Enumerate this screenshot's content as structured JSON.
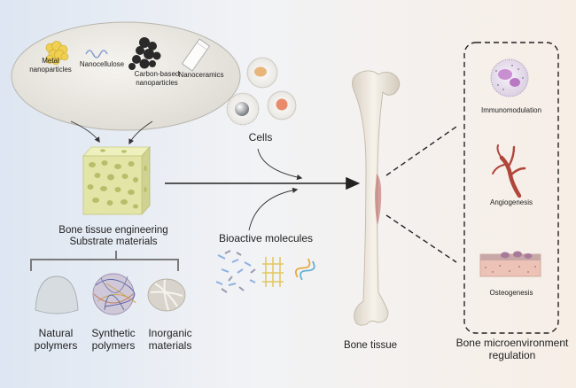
{
  "nanomaterials": {
    "metal": "Metal\nnanoparticles",
    "cellulose": "Nanocellulose",
    "carbon": "Carbon-based\nnanoparticles",
    "ceramics": "Nanoceramics"
  },
  "cells_label": "Cells",
  "substrate_label": "Bone tissue engineering\nSubstrate materials",
  "polymers": {
    "natural": "Natural\npolymers",
    "synthetic": "Synthetic\npolymers",
    "inorganic": "Inorganic\nmaterials"
  },
  "bioactive_label": "Bioactive molecules",
  "bone_label": "Bone tissue",
  "regulation": {
    "immuno": "Immunomodulation",
    "angio": "Angiogenesis",
    "osteo": "Osteogenesis",
    "title": "Bone microenvironment\nregulation"
  },
  "colors": {
    "scaffold": "#e2e5a6",
    "scaffold_pores": "#b8bd6a",
    "bone": "#ece6dc",
    "vessel": "#b0463a",
    "osteo_tissue": "#ecc3b6",
    "metal_np": "#f0d050",
    "carbon_np": "#2a2a2a",
    "cellulose_np": "#8a9fd0"
  },
  "icons": [
    "metal-nanoparticle-icon",
    "nanocellulose-icon",
    "carbon-nanoparticle-icon",
    "nanoceramic-icon",
    "cell-icon",
    "scaffold-icon",
    "natural-polymer-icon",
    "synthetic-polymer-icon",
    "inorganic-material-icon",
    "bioactive-molecule-icon",
    "bone-icon",
    "immune-cell-icon",
    "blood-vessel-icon",
    "osteo-tissue-icon"
  ]
}
